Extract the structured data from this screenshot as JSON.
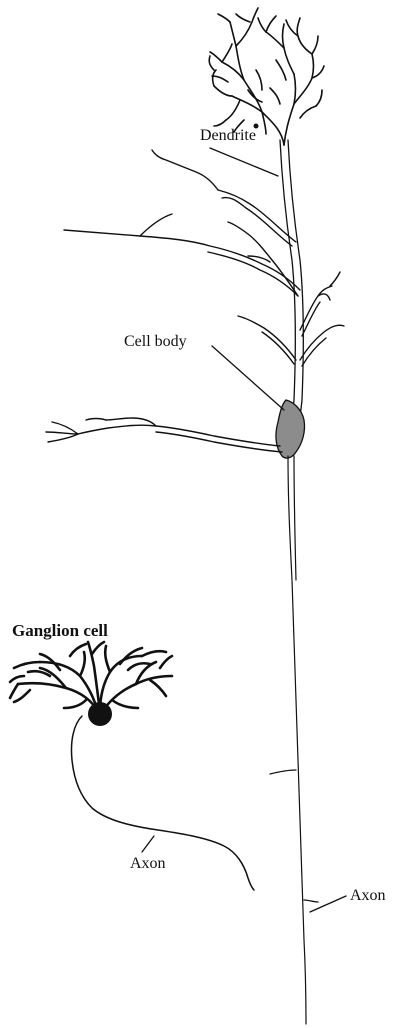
{
  "labels": {
    "dendrite": "Dendrite",
    "cell_body": "Cell body",
    "axon_main": "Axon",
    "ganglion_title": "Ganglion cell",
    "axon_ganglion": "Axon"
  }
}
